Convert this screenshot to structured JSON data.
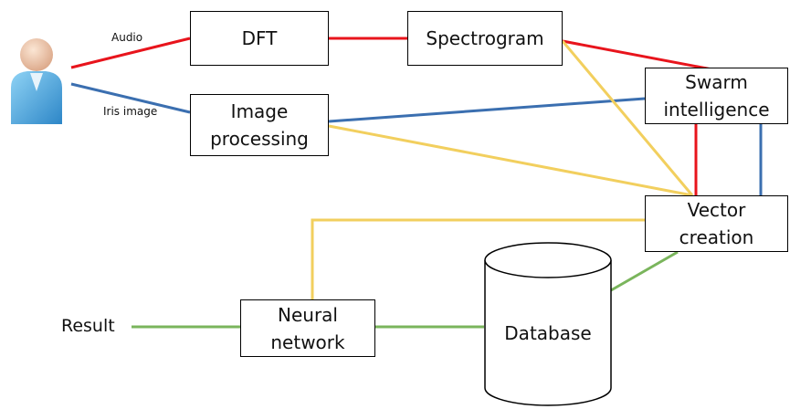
{
  "colors": {
    "audio": "#e8141c",
    "iris": "#3b6fb0",
    "feature": "#f2cf5e",
    "output": "#7ab55c",
    "stroke": "#000000"
  },
  "icons": {
    "user": "user-icon"
  },
  "labels": {
    "audio": "Audio",
    "iris": "Iris image",
    "result": "Result"
  },
  "nodes": {
    "dft": "DFT",
    "spectrogram": "Spectrogram",
    "image_processing": {
      "line1": "Image",
      "line2": "processing"
    },
    "swarm": {
      "line1": "Swarm",
      "line2": "intelligence"
    },
    "vector": {
      "line1": "Vector",
      "line2": "creation"
    },
    "neural": {
      "line1": "Neural",
      "line2": "network"
    },
    "database": "Database"
  }
}
